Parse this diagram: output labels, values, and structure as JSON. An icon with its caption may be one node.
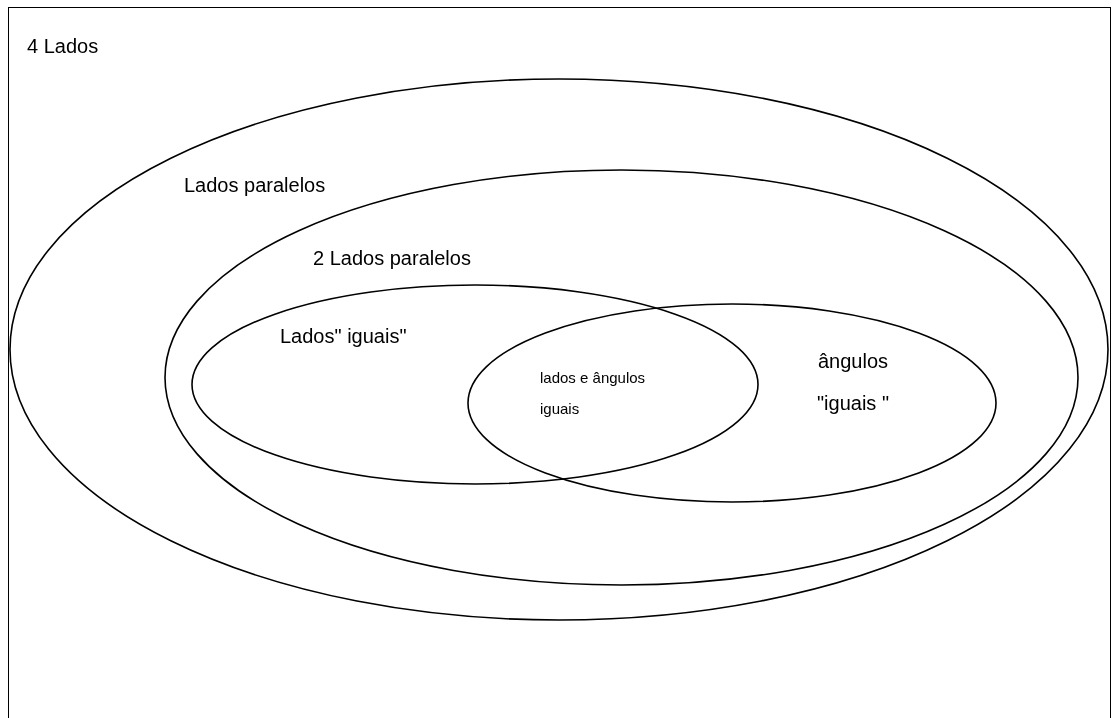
{
  "diagram": {
    "nodes": [
      {
        "text": [
          "4 Lados"
        ]
      },
      {
        "text": [
          "Lados paralelos"
        ],
        "in": 0
      },
      {
        "text": [
          "2 Lados paralelos"
        ],
        "in": 1
      },
      {
        "text": [
          "Lados\" iguais\""
        ],
        "in": 2
      },
      {
        "text": [
          "ângulos \"iguais \""
        ],
        "in": 2
      }
    ],
    "labels": [
      "lados e ângulos iguais"
    ]
  }
}
